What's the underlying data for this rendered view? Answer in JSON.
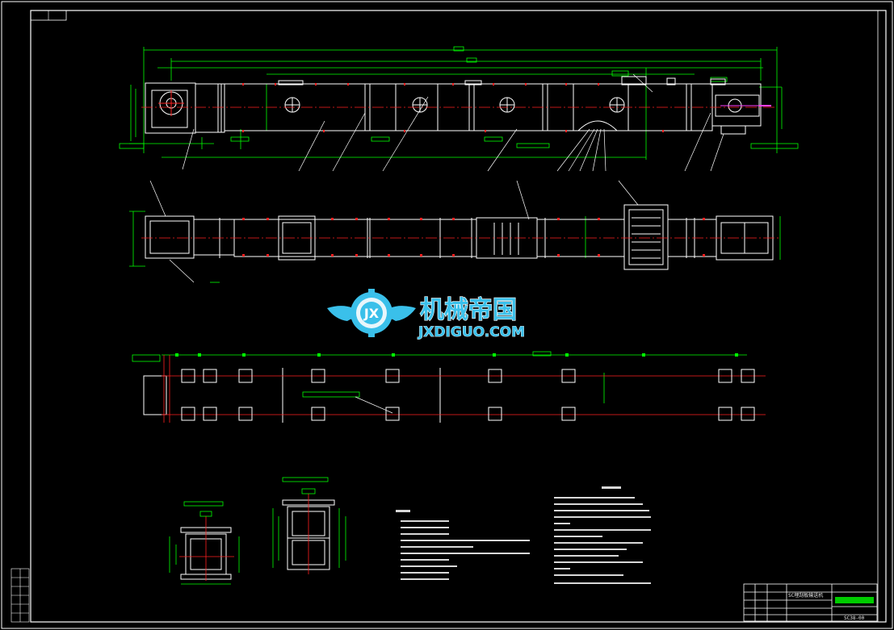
{
  "watermark": {
    "logo_letters": "JX",
    "brand_cn": "机械帝国",
    "brand_en": "JXDIGUO.COM"
  },
  "title_block": {
    "drawing_title": "SC埋刮板输送机",
    "drawing_number": "SC38-00"
  },
  "colors": {
    "background": "#000000",
    "outline": "#ffffff",
    "dimension": "#00ff00",
    "centerline": "#ff2020",
    "watermark": "#3ac0ea"
  }
}
